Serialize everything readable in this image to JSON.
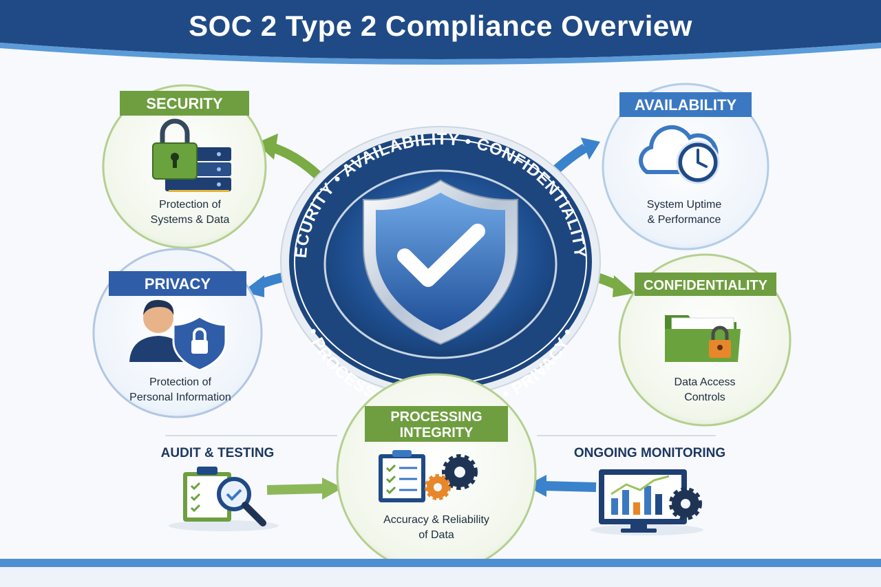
{
  "title": "SOC 2 Type 2 Compliance Overview",
  "center_ring": {
    "top_text": "SECURITY • AVAILABILITY • CONFIDENTIALITY •",
    "bottom_text": "• PROCESSING INTEGRITY • PRIVACY •"
  },
  "criteria": [
    {
      "heading": "SECURITY",
      "line1": "Protection of",
      "line2": "Systems & Data",
      "icon": "padlock-server-icon"
    },
    {
      "heading": "AVAILABILITY",
      "line1": "System Uptime",
      "line2": "& Performance",
      "icon": "cloud-clock-icon"
    },
    {
      "heading": "PRIVACY",
      "line1": "Protection of",
      "line2": "Personal Information",
      "icon": "person-shield-icon"
    },
    {
      "heading": "CONFIDENTIALITY",
      "line1": "Data Access",
      "line2": "Controls",
      "icon": "folder-lock-icon"
    },
    {
      "heading_line1": "PROCESSING",
      "heading_line2": "INTEGRITY",
      "line1": "Accuracy & Reliability",
      "line2": "of Data",
      "icon": "checklist-gears-icon"
    }
  ],
  "side_items": {
    "audit": {
      "label": "AUDIT & TESTING",
      "icon": "checklist-magnifier-icon"
    },
    "monitoring": {
      "label": "ONGOING MONITORING",
      "icon": "monitor-chart-icon"
    }
  },
  "colors": {
    "navy": "#1e4378",
    "blue": "#3b78c2",
    "green": "#6e9e3f",
    "light_green": "#9cc35b",
    "orange": "#e8872a"
  }
}
